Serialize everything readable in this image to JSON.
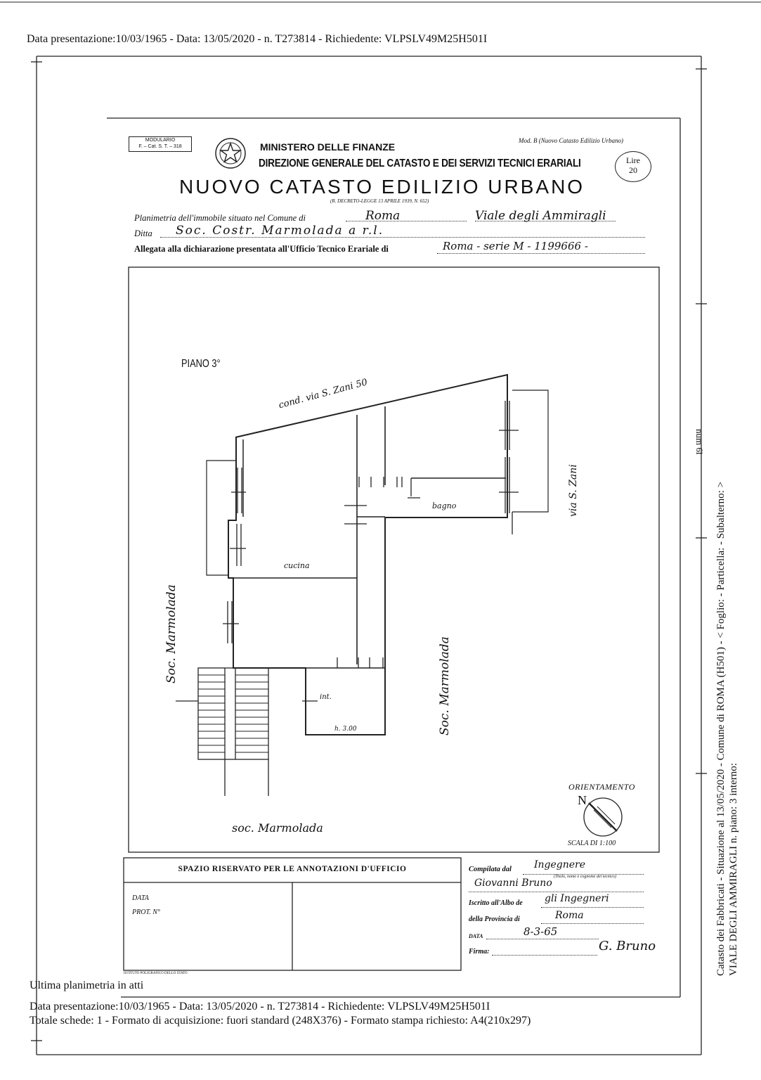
{
  "header_top": "Data presentazione:10/03/1965 - Data: 13/05/2020 - n. T273814 - Richiedente: VLPSLV49M25H501I",
  "side_text": {
    "line1": "Catasto dei Fabbricati - Situazione al 13/05/2020 - Comune di ROMA (H501) - < Foglio:        - Particella:        - Subalterno:        >",
    "line2": "VIALE DEGLI AMMIRAGLI n.          piano: 3 interno:",
    "fragment": "num 6l"
  },
  "form": {
    "modulario_label": "MODULARIO",
    "modulario_code": "F. – Cat. S. T. – 318",
    "ministry": "MINISTERO DELLE FINANZE",
    "direction": "DIREZIONE GENERALE DEL CATASTO E DEI SERVIZI TECNICI ERARIALI",
    "title": "NUOVO CATASTO EDILIZIO URBANO",
    "decree": "(R. DECRETO-LEGGE 13 APRILE 1939, N. 652)",
    "mod_b": "Mod. B (Nuovo Catasto Edilizio Urbano)",
    "stamp_lire": "Lire",
    "stamp_value": "20",
    "row1_label": "Planimetria dell'immobile situato nel Comune di",
    "row1_value": "Roma",
    "row1_street": "Viale degli Ammiragli",
    "row2_label": "Ditta",
    "row2_value": "Soc. Costr. Marmolada a r.l.",
    "row3_label": "Allegata alla dichiarazione presentata all'Ufficio Tecnico Erariale di",
    "row3_value": "Roma - serie M - 1199666 -"
  },
  "plan": {
    "floor": "PIANO 3°",
    "cond": "cond. via S. Zani 50",
    "via": "via S. Zani",
    "bagno": "bagno",
    "cucina": "cucina",
    "int": "int.",
    "height": "h. 3.00",
    "soc_left": "Soc. Marmolada",
    "soc_center": "Soc. Marmolada",
    "soc_bottom": "soc. Marmolada",
    "orientamento": "ORIENTAMENTO",
    "north": "N",
    "scala": "SCALA DI 1:100"
  },
  "office": {
    "title": "SPAZIO RISERVATO PER LE ANNOTAZIONI D'UFFICIO",
    "data_label": "DATA",
    "prot_label": "PROT. N°",
    "printer_note": "ISTITUTO POLIGRAFICO DELLO STATO"
  },
  "compiler": {
    "compilata_label": "Compilata dal",
    "compilata_value": "Ingegnere",
    "title_note": "(Titolo, nome e cognome del tecnico)",
    "name_value": "Giovanni Bruno",
    "iscritto_label": "Iscritto all'Albo de",
    "iscritto_value": "gli Ingegneri",
    "provincia_label": "della Provincia di",
    "provincia_value": "Roma",
    "data_label": "DATA",
    "data_value": "8-3-65",
    "firma_label": "Firma:",
    "firma_value": "G. Bruno"
  },
  "footer": {
    "ultima": "Ultima planimetria in atti",
    "line1": "Data presentazione:10/03/1965 - Data: 13/05/2020 - n. T273814 - Richiedente: VLPSLV49M25H501I",
    "line2": "Totale schede: 1 - Formato di acquisizione: fuori standard (248X376) - Formato stampa richiesto: A4(210x297)"
  }
}
